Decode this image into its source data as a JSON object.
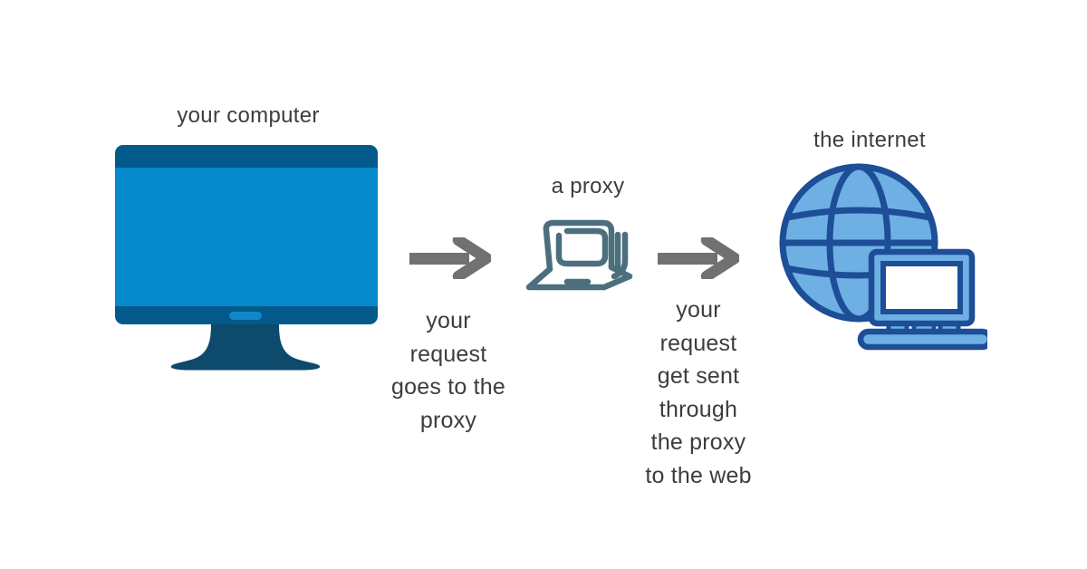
{
  "diagram": {
    "nodes": [
      {
        "id": "computer",
        "label": "your computer",
        "icon": "desktop-computer-icon"
      },
      {
        "id": "proxy",
        "label": "a proxy",
        "icon": "laptop-proxy-icon"
      },
      {
        "id": "internet",
        "label": "the internet",
        "icon": "globe-laptop-icon"
      }
    ],
    "arrows": [
      {
        "icon": "arrow-right-icon",
        "caption": "your\nrequest\ngoes to the\nproxy"
      },
      {
        "icon": "arrow-right-icon",
        "caption": "your\nrequest\nget sent\nthrough\nthe proxy\nto the web"
      }
    ]
  },
  "colors": {
    "background": "#ffffff",
    "text": "#3d3d3d",
    "arrow": "#717171",
    "monitor_frame": "#02598a",
    "monitor_screen": "#0689cb",
    "monitor_pill": "#1187ca",
    "monitor_stand": "#0d4a6c",
    "proxy_stroke": "#4c6f7e",
    "globe_fill": "#6fb0e4",
    "globe_stroke": "#1d4e97",
    "device_fill": "#6fb0e4",
    "screen_white": "#ffffff"
  }
}
